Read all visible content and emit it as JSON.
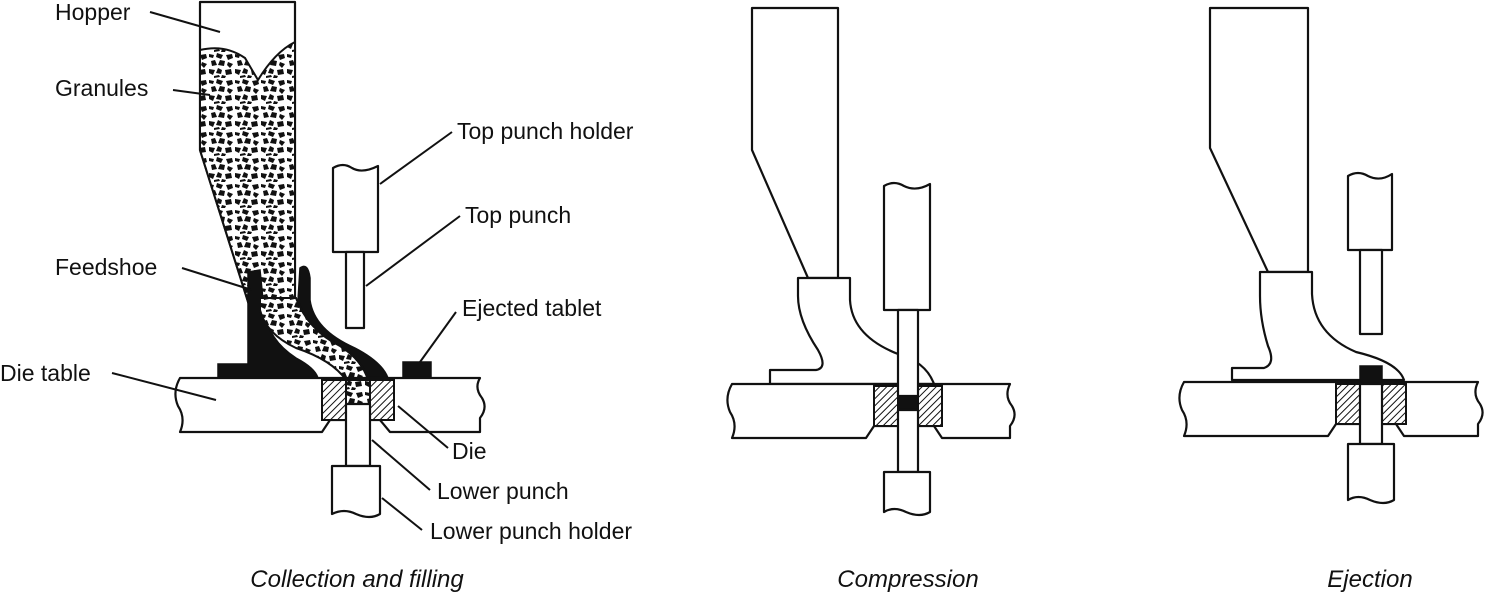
{
  "labels": {
    "hopper": "Hopper",
    "granules": "Granules",
    "top_punch_holder": "Top punch holder",
    "top_punch": "Top punch",
    "feedshoe": "Feedshoe",
    "ejected_tablet": "Ejected tablet",
    "die_table": "Die table",
    "die": "Die",
    "lower_punch": "Lower punch",
    "lower_punch_holder": "Lower punch holder"
  },
  "captions": {
    "stage1": "Collection and filling",
    "stage2": "Compression",
    "stage3": "Ejection"
  },
  "colors": {
    "ink": "#111111",
    "background": "#ffffff"
  }
}
